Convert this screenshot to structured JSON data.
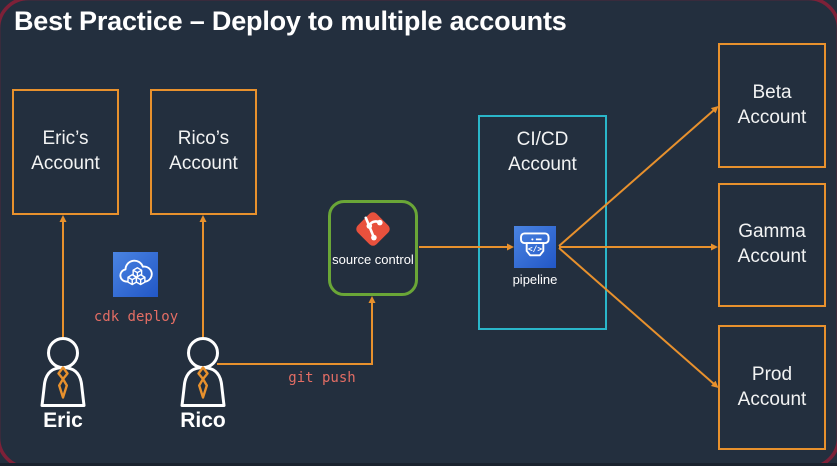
{
  "title": "Best Practice – Deploy to multiple accounts",
  "accounts": {
    "eric": {
      "label": "Eric’s Account"
    },
    "rico": {
      "label": "Rico’s Account"
    },
    "cicd": {
      "label": "CI/CD Account"
    },
    "beta": {
      "label": "Beta Account"
    },
    "gamma": {
      "label": "Gamma Account"
    },
    "prod": {
      "label": "Prod Account"
    }
  },
  "nodes": {
    "source_control": {
      "label": "source control",
      "icon": "git-icon"
    },
    "pipeline": {
      "label": "pipeline",
      "icon": "codepipeline-icon"
    },
    "cdk": {
      "icon": "aws-cdk-icon"
    }
  },
  "actors": {
    "eric": {
      "name": "Eric"
    },
    "rico": {
      "name": "Rico"
    }
  },
  "commands": {
    "cdk_deploy": "cdk deploy",
    "git_push": "git push"
  },
  "colors": {
    "background": "#232F3E",
    "accent_orange": "#E8912D",
    "accent_cyan": "#2AB6C9",
    "accent_green": "#6AA637",
    "git_red": "#E8513D",
    "icon_blue_light": "#4A84E2",
    "icon_blue_dark": "#2257C6",
    "command_text": "#E36D64",
    "frame_maroon": "#7D2138"
  }
}
